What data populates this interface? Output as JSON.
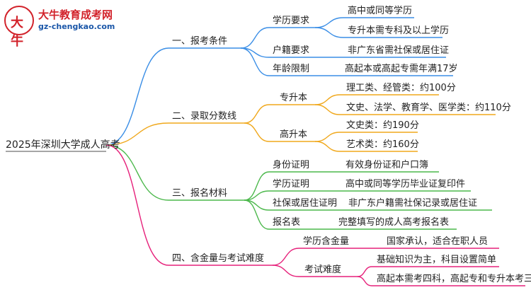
{
  "logo": {
    "title": "大牛教育成考网",
    "url": "gz-chengkao.com",
    "mark": "大牛"
  },
  "root": "2025年深圳大学成人高考",
  "colors": {
    "blue": "#3a8ee6",
    "orange": "#f0a81c",
    "green": "#4cb84c",
    "pink": "#e6207a"
  },
  "branches": [
    {
      "label": "一、报考条件",
      "children": [
        {
          "label": "学历要求",
          "leaves": [
            "高中或同等学历",
            "专升本需专科及以上学历"
          ]
        },
        {
          "label": "户籍要求",
          "leaves": [
            "非广东省需社保或居住证"
          ]
        },
        {
          "label": "年龄限制",
          "leaves": [
            "高起本或高起专需年满17岁"
          ]
        }
      ]
    },
    {
      "label": "二、录取分数线",
      "children": [
        {
          "label": "专升本",
          "leaves": [
            "理工类、经管类：约100分",
            "文史、法学、教育学、医学类：约110分"
          ]
        },
        {
          "label": "高升本",
          "leaves": [
            "文史类：约190分",
            "艺术类：约160分"
          ]
        }
      ]
    },
    {
      "label": "三、报名材料",
      "children": [
        {
          "label": "身份证明",
          "leaves": [
            "有效身份证和户口簿"
          ]
        },
        {
          "label": "学历证明",
          "leaves": [
            "高中或同等学历毕业证复印件"
          ]
        },
        {
          "label": "社保或居住证明",
          "leaves": [
            "非广东户籍需社保记录或居住证"
          ]
        },
        {
          "label": "报名表",
          "leaves": [
            "完整填写的成人高考报名表"
          ]
        }
      ]
    },
    {
      "label": "四、含金量与考试难度",
      "children": [
        {
          "label": "学历含金量",
          "leaves": [
            "国家承认，适合在职人员"
          ]
        },
        {
          "label": "考试难度",
          "leaves": [
            "基础知识为主，科目设置简单",
            "高起本需考四科，高起专和专升本考三科"
          ]
        }
      ]
    }
  ]
}
